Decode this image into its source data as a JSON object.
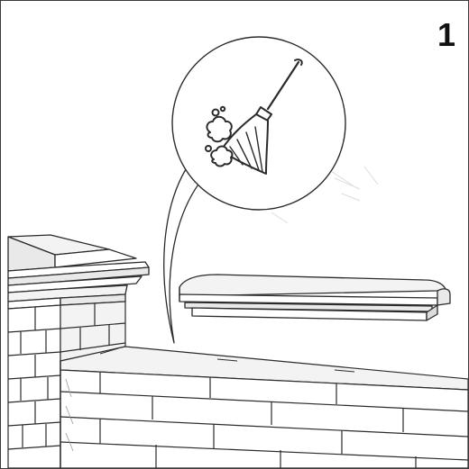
{
  "step": {
    "number": "1"
  },
  "illustration": {
    "callout_icon": "broom-sweeping-dust-icon",
    "parts": [
      "brick-wall",
      "pillar-cap",
      "coping-stone"
    ],
    "colors": {
      "line": "#2b2b2b",
      "fill": "#ffffff",
      "shade": "#e9e9e9",
      "light_shade": "#f3f3f3"
    }
  }
}
